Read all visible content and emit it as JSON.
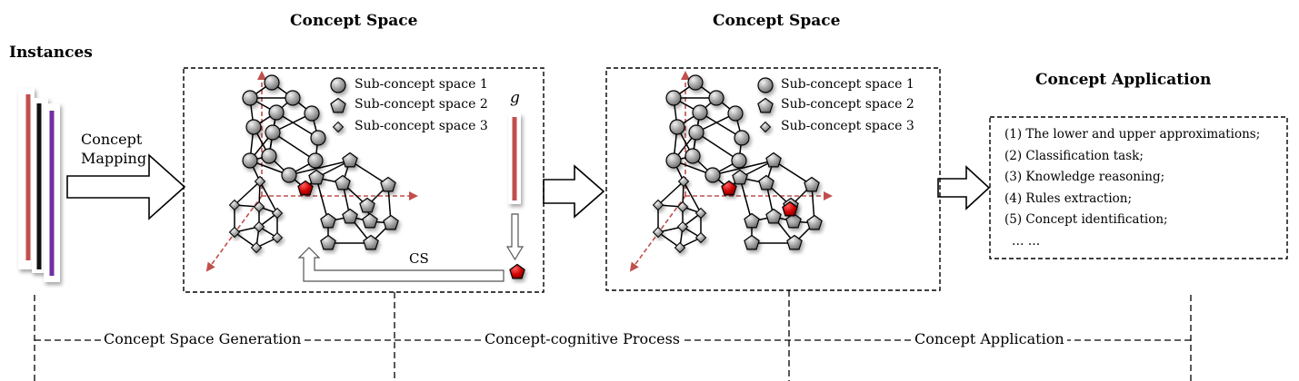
{
  "titles": {
    "instances": "Instances",
    "concept_space_1": "Concept Space",
    "concept_space_2": "Concept Space",
    "concept_application": "Concept Application"
  },
  "mapping": {
    "line1": "Concept",
    "line2": "Mapping"
  },
  "legend": {
    "sub1": "Sub-concept  space 1",
    "sub2": "Sub-concept  space 2",
    "sub3": "Sub-concept  space 3"
  },
  "g_label": "g",
  "cs_label": "CS",
  "application_items": [
    "(1) The  lower and upper approximations;",
    "(2) Classification  task;",
    "(3) Knowledge  reasoning;",
    "(4) Rules extraction;",
    "(5) Concept  identification;",
    "… …"
  ],
  "phases": {
    "generation": "Concept Space Generation",
    "cognitive": "Concept-cognitive Process",
    "application": "Concept Application"
  },
  "colors": {
    "instance_red": "#c0504d",
    "instance_black": "#111111",
    "instance_purple": "#7030a0",
    "axis_red": "#c0504d",
    "node_gray": "#a6a6a6",
    "highlight_red": "#d00000"
  }
}
